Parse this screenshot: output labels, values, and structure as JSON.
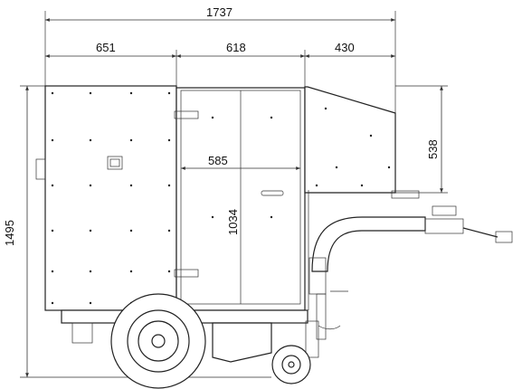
{
  "dimensions": {
    "overall_length": "1737",
    "front_section": "651",
    "door_section": "618",
    "rear_section": "430",
    "rear_height": "538",
    "door_width": "585",
    "door_height": "1034",
    "overall_height": "1495"
  }
}
